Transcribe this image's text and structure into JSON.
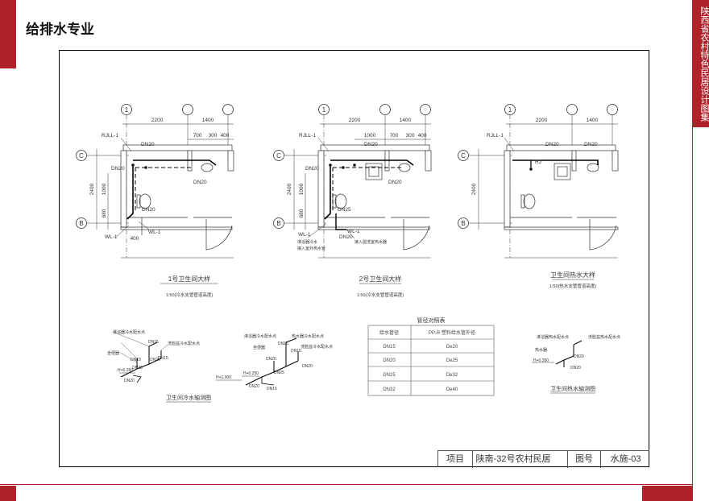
{
  "page": {
    "title": "给排水专业"
  },
  "side": {
    "text": "陕西省农村特色民居设计图集"
  },
  "plans": [
    {
      "title": "1号卫生间大样",
      "subtitle": "1:50(冷水支管管道高度)",
      "dims": [
        "2200",
        "1400",
        "700",
        "300",
        "400",
        "2400",
        "1000",
        "680",
        "400"
      ],
      "axes": [
        "1",
        "C",
        "B"
      ],
      "labels": [
        "RJLL-1",
        "DN20",
        "DN20",
        "DN20",
        "DN20",
        "WL-1",
        "WL-1"
      ]
    },
    {
      "title": "2号卫生间大样",
      "subtitle": "1:50(冷水支管管道高度)",
      "dims": [
        "2200",
        "1400",
        "1000",
        "700",
        "300",
        "400",
        "2400",
        "1000",
        "680"
      ],
      "axes": [
        "1",
        "C",
        "B"
      ],
      "labels": [
        "RJLL-1",
        "DN20",
        "DN20",
        "DN25",
        "DN20",
        "WL-1",
        "WL-1",
        "DN20"
      ],
      "notes": [
        "淋浴器冷水",
        "接入盥洗室热水器",
        "接入室外热水管"
      ]
    },
    {
      "title": "卫生间热水大样",
      "subtitle": "1:50(热水支管管道高度)",
      "dims": [
        "2200",
        "1400",
        "2400"
      ],
      "axes": [
        "1",
        "C",
        "B"
      ],
      "labels": [
        "RJLL-1",
        "DN20",
        "DN20",
        "RJ"
      ]
    }
  ],
  "isometrics": [
    {
      "title": "卫生间冷水轴测图",
      "labels": [
        "淋浴器冷水配水点",
        "DN15",
        "DN15",
        "坐便器",
        "DN15",
        "洗脸盆冷水配水点",
        "DN20",
        "DN20",
        "H+0.250",
        "DN20"
      ]
    },
    {
      "title": "",
      "labels": [
        "淋浴器冷水配水点",
        "热水器冷水配水点",
        "DN15",
        "DN15",
        "坐便器",
        "洗脸盆冷水配水点",
        "DN20",
        "DN20",
        "H+0.250",
        "H+1.000",
        "DN25",
        "DN20",
        "DN15"
      ]
    },
    {
      "title": "卫生间热水轴测图",
      "labels": [
        "淋浴器热水配水点",
        "洗脸盆热水配水点",
        "热水器",
        "DN20",
        "H+0.350",
        "DN20"
      ]
    }
  ],
  "pipe_table": {
    "title": "管径对照表",
    "headers": [
      "给水管径",
      "PP-R 塑料给水管外径"
    ],
    "rows": [
      [
        "DN15",
        "De20"
      ],
      [
        "DN20",
        "De25"
      ],
      [
        "DN25",
        "De32"
      ],
      [
        "DN32",
        "De40"
      ]
    ]
  },
  "title_block": {
    "item_label": "项目",
    "project": "陕南-32号农村民居",
    "drawing_label": "图号",
    "drawing_no": "水施-03"
  },
  "colors": {
    "accent": "#b0212a",
    "pipe": "#111111"
  }
}
